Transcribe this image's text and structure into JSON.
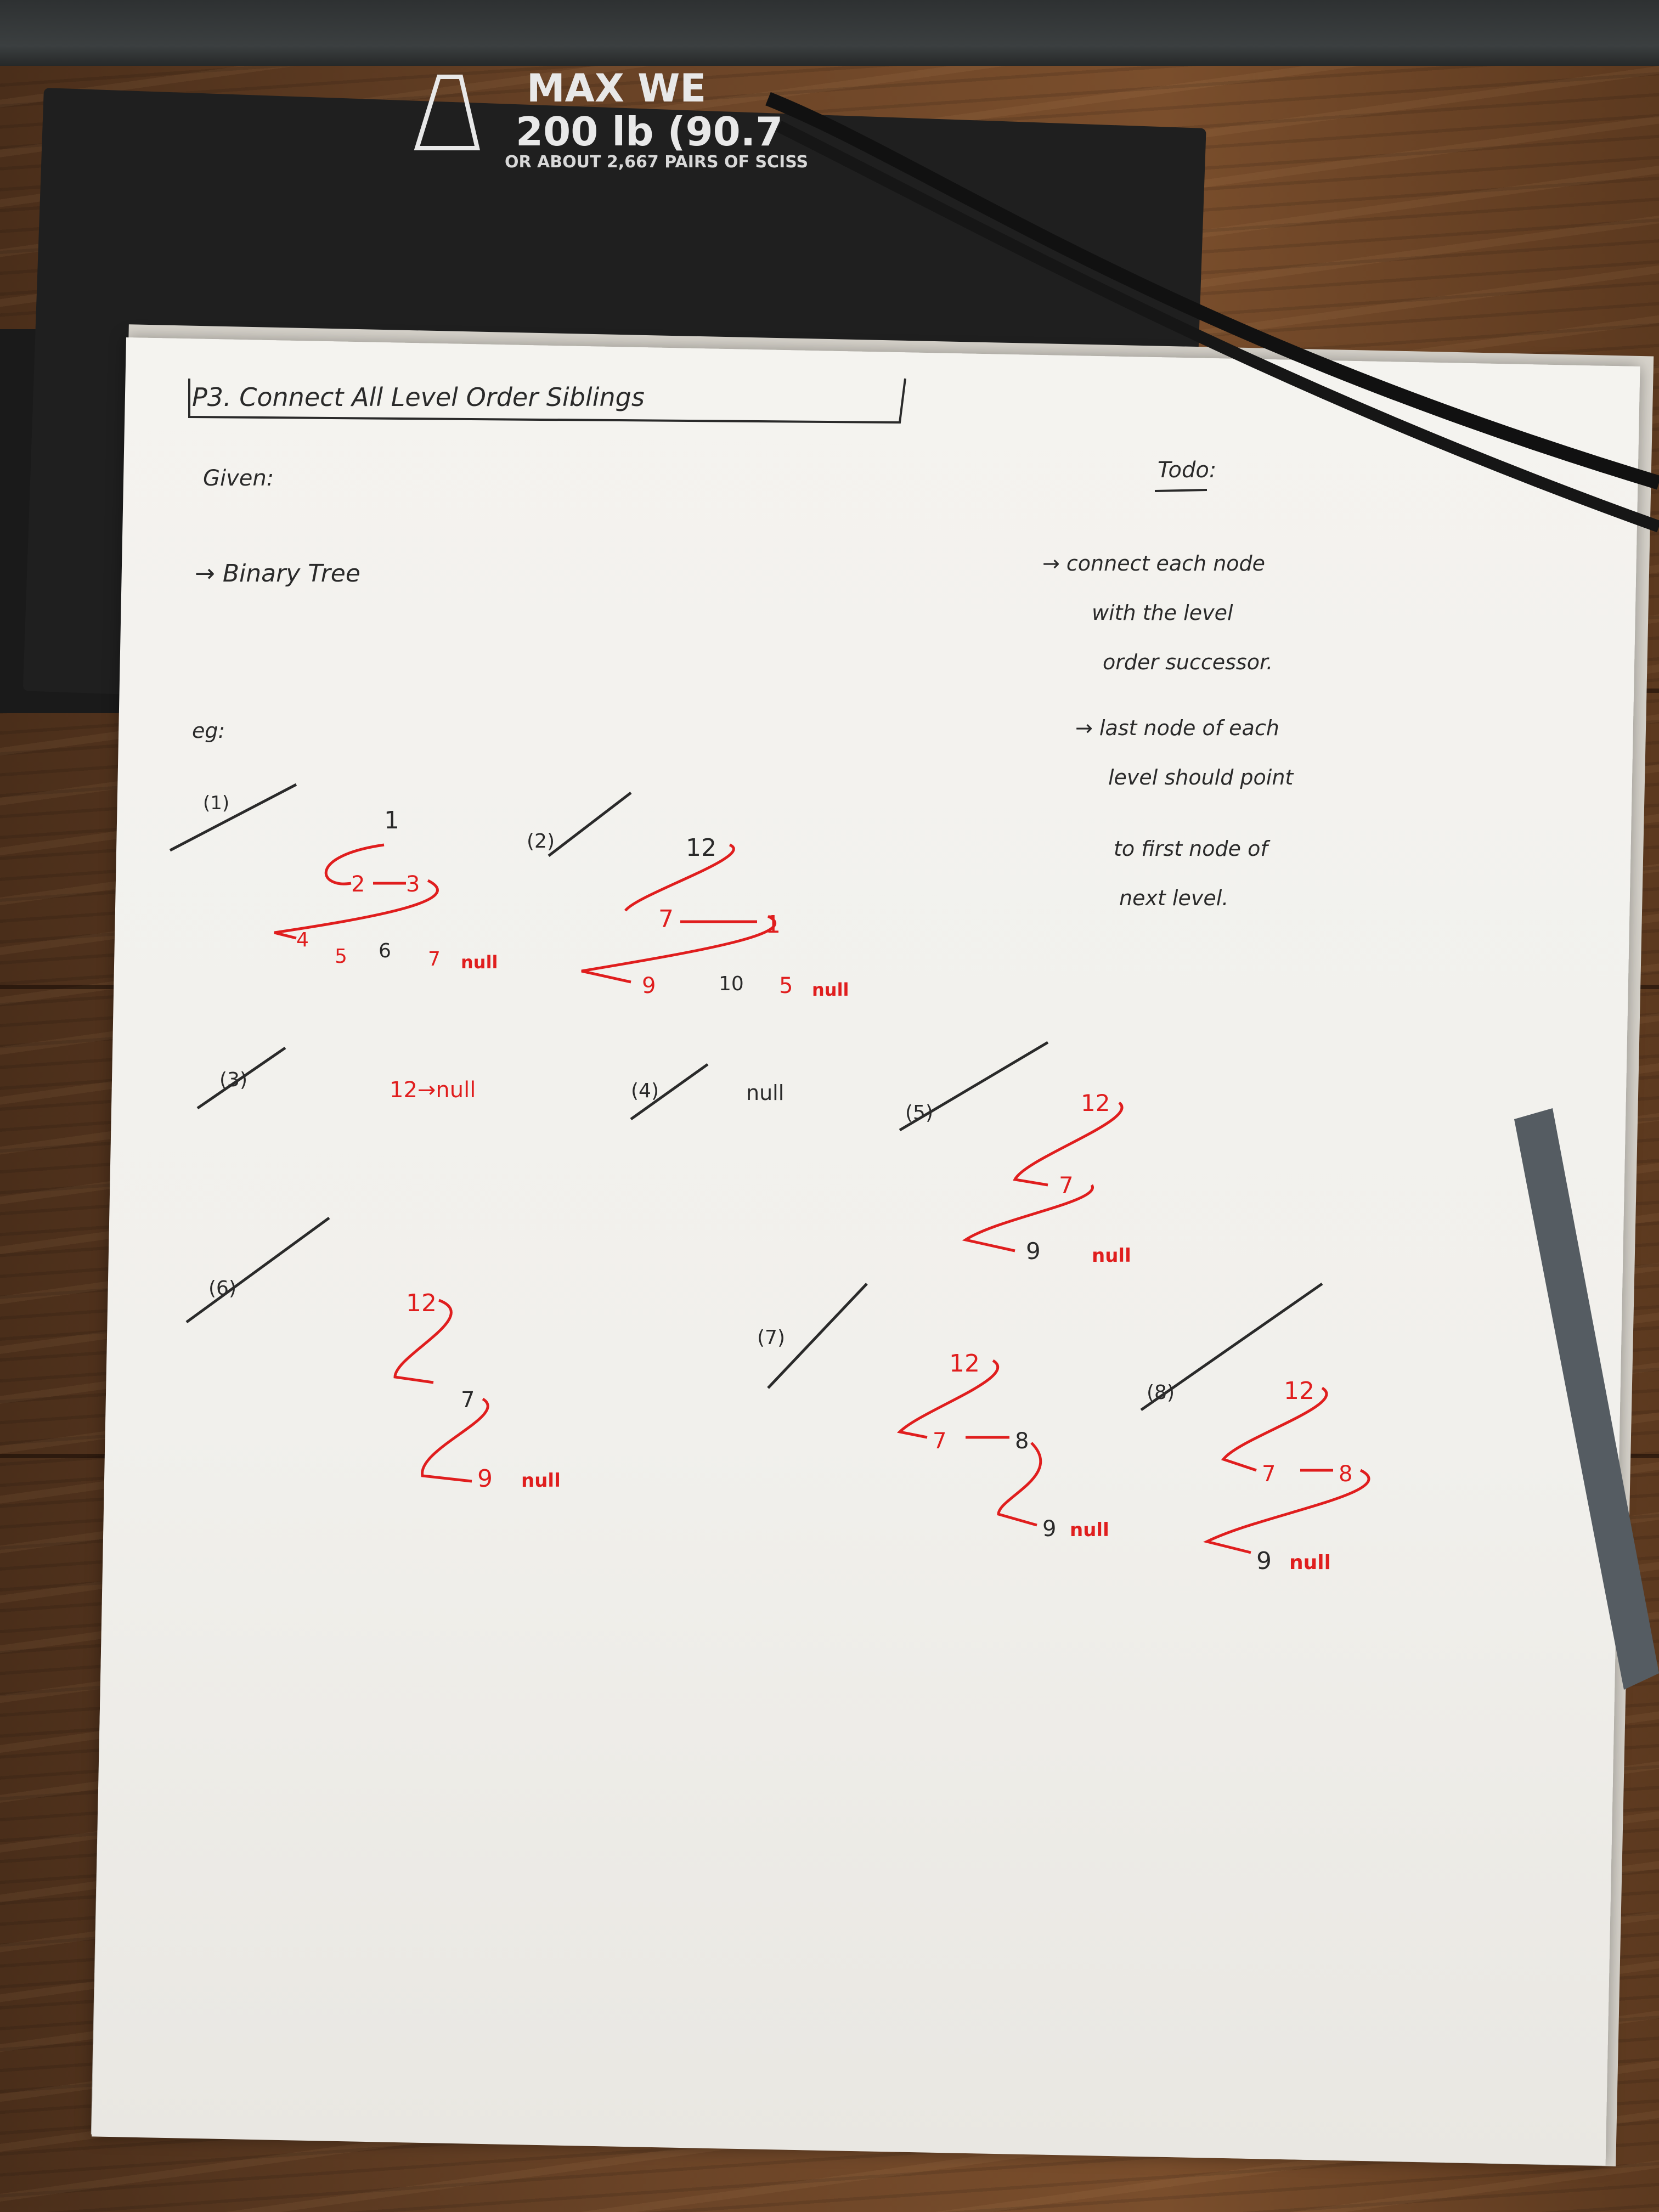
{
  "scale_label": {
    "line1": "MAX WE",
    "line2": "200 lb (90.7",
    "line3": "OR ABOUT 2,667 PAIRS OF SCISS"
  },
  "page": {
    "title": "P3.   Connect   All   Level   Order   Siblings",
    "given_heading": "Given:",
    "given_item": "→ Binary Tree",
    "todo_heading": "Todo:",
    "todo_lines": [
      "→ connect each node",
      "with the level",
      "order successor.",
      "→ last node of each",
      "level should point",
      "to first node of",
      "next level."
    ],
    "eg_label": "eg:"
  },
  "examples": {
    "ex1": {
      "label": "(1)",
      "root": "1",
      "level2": [
        "2",
        "3"
      ],
      "level3": [
        "4",
        "5",
        "6",
        "7"
      ],
      "end": "null"
    },
    "ex2": {
      "label": "(2)",
      "root": "12",
      "level2": [
        "7",
        "1"
      ],
      "level3": [
        "9",
        "10",
        "5"
      ],
      "end": "null"
    },
    "ex3": {
      "label": "(3)",
      "text": "12→null"
    },
    "ex4": {
      "label": "(4)",
      "text": "null"
    },
    "ex5": {
      "label": "(5)",
      "root": "12",
      "mid": "7",
      "leaf": "9",
      "end": "null"
    },
    "ex6": {
      "label": "(6)",
      "root": "12",
      "mid": "7",
      "leaf": "9",
      "end": "null"
    },
    "ex7": {
      "label": "(7)",
      "root": "12",
      "level2": [
        "7",
        "8"
      ],
      "leaf": "9",
      "end": "null"
    },
    "ex8": {
      "label": "(8)",
      "root": "12",
      "level2": [
        "7",
        "8"
      ],
      "leaf": "9",
      "end": "null"
    }
  },
  "colors": {
    "red_ink": "#e01e1e",
    "black_ink": "#2a2a2a",
    "paper": "#f3f2ee",
    "wood": "#6b4427"
  }
}
